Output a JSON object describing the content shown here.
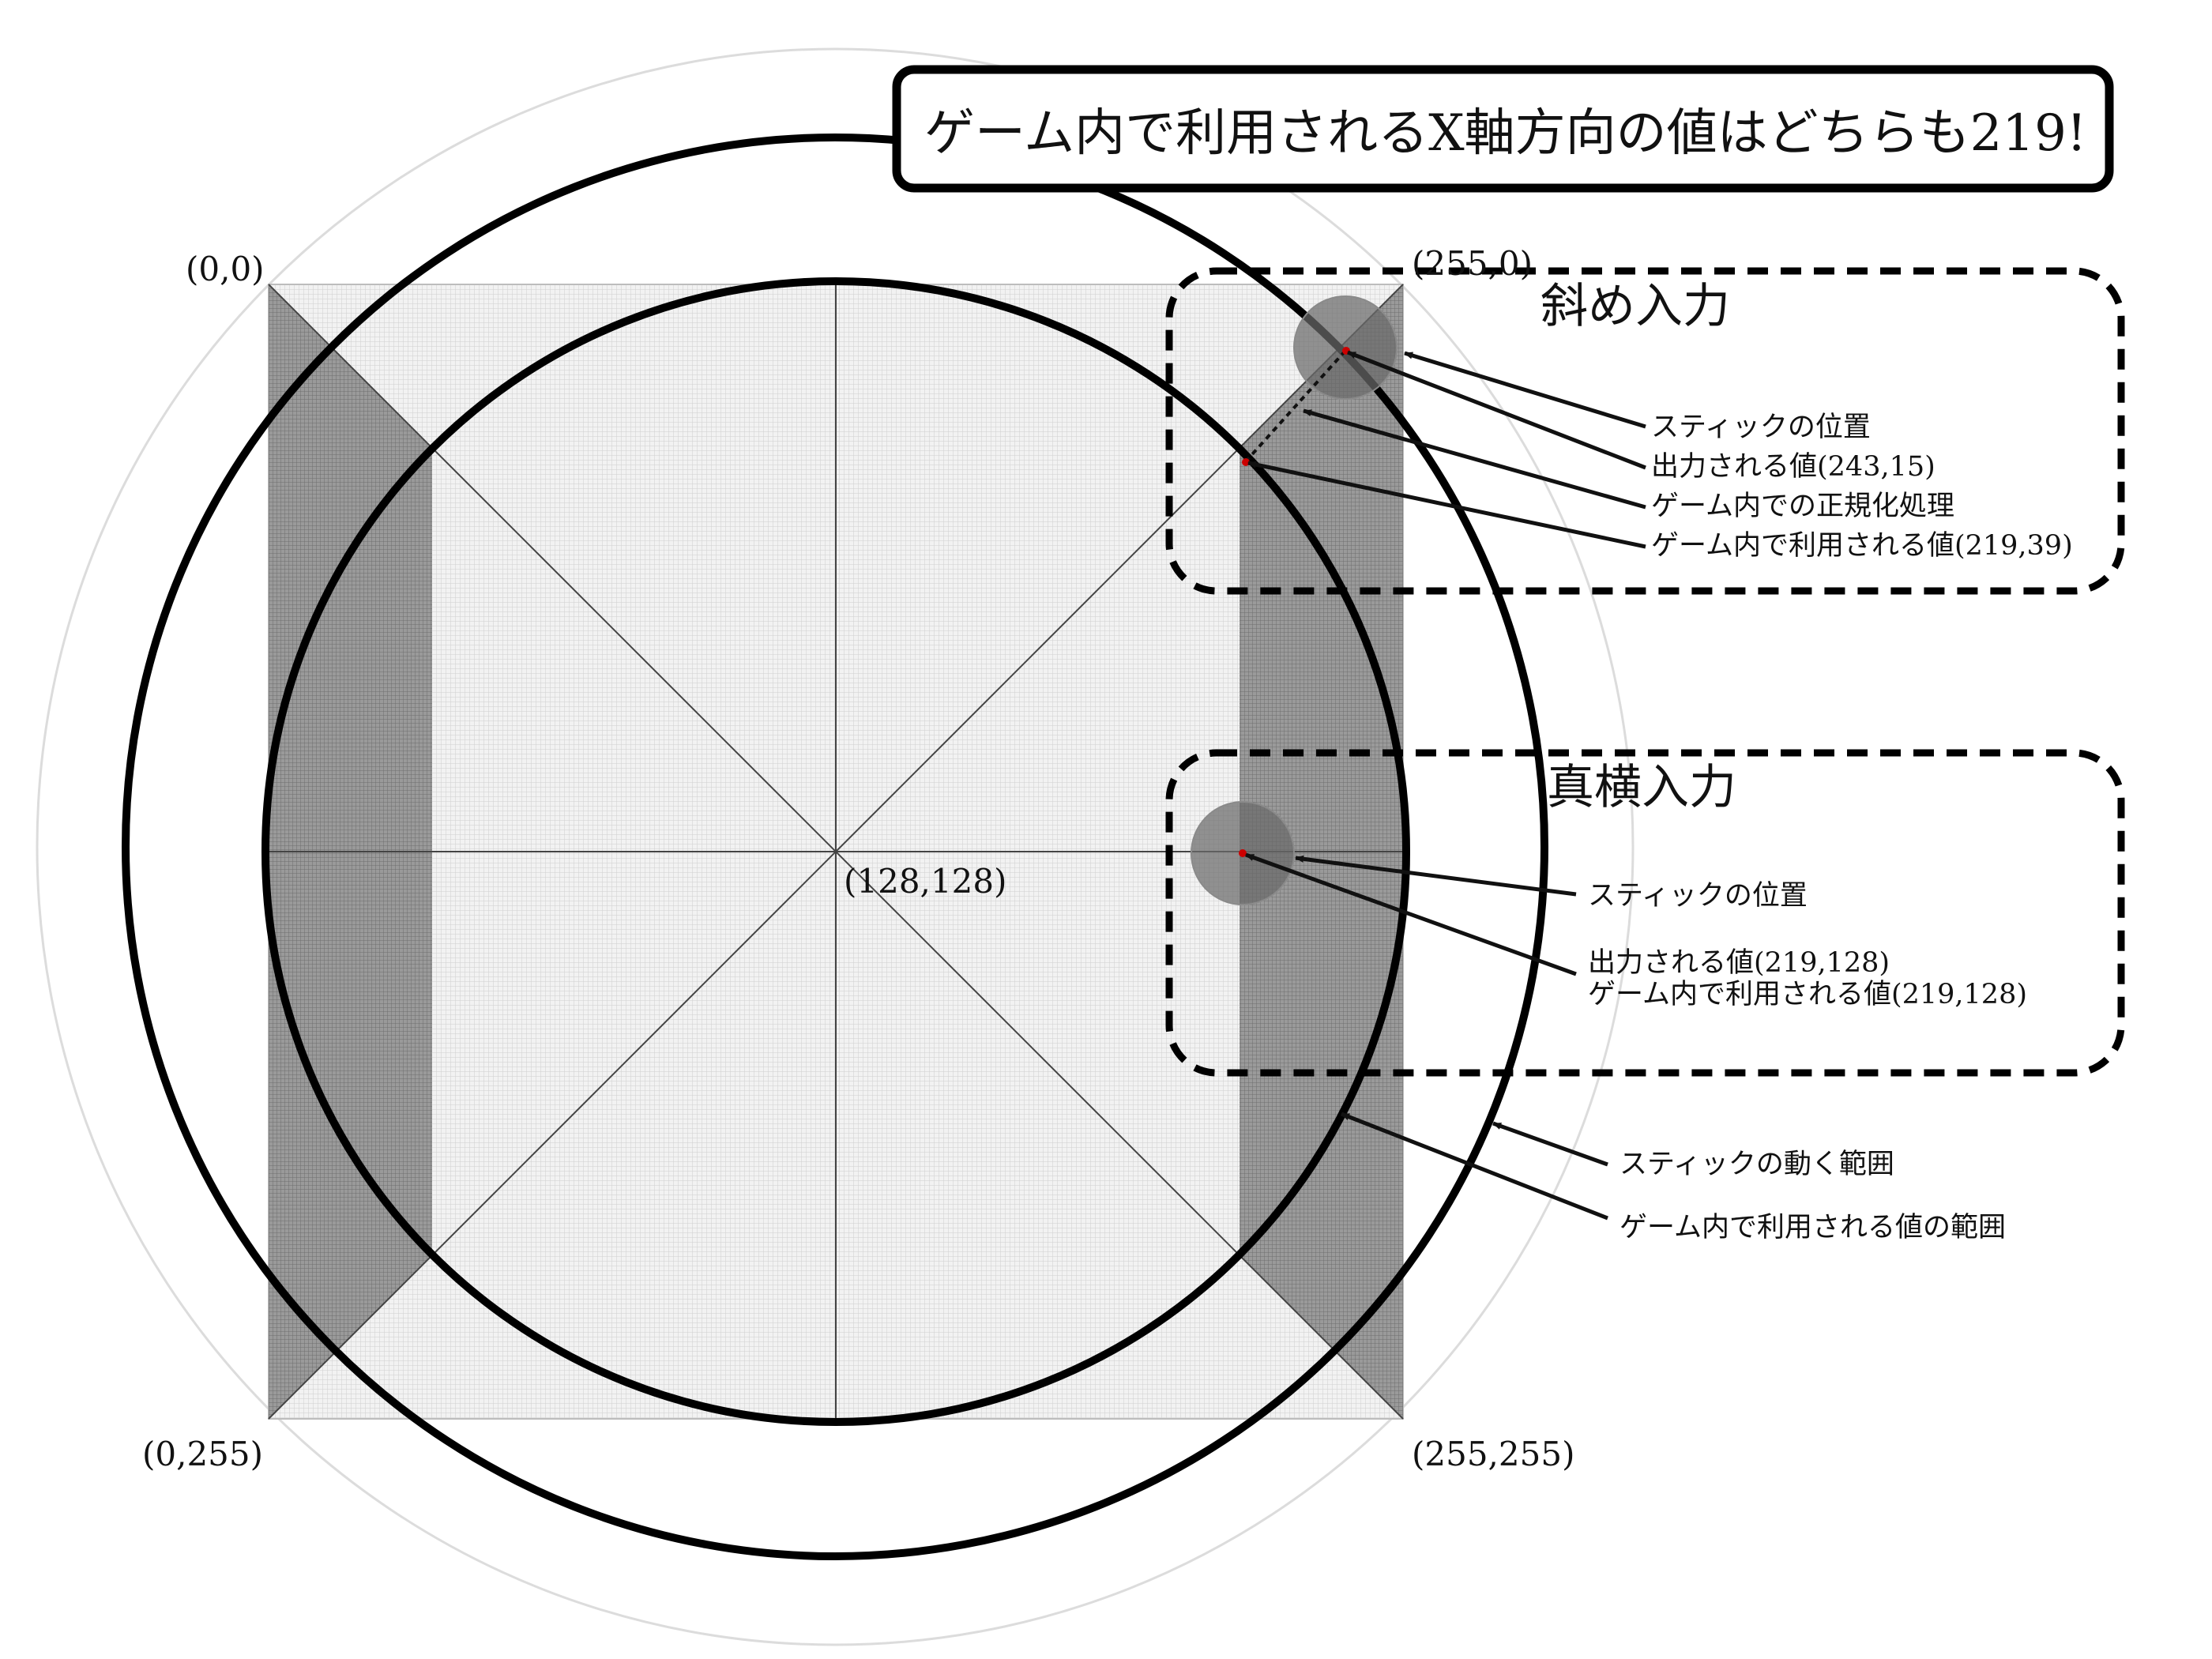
{
  "banner": "ゲーム内で利用されるX軸方向の値はどちらも219!",
  "coords": {
    "top_left": "(0,0)",
    "top_right": "(255,0)",
    "bottom_left": "(0,255)",
    "bottom_right": "(255,255)",
    "center": "(128,128)"
  },
  "diagonal_section": {
    "title": "斜め入力",
    "labels": [
      "スティックの位置",
      "出力される値(243,15)",
      "ゲーム内での正規化処理",
      "ゲーム内で利用される値(219,39)"
    ]
  },
  "horizontal_section": {
    "title": "真横入力",
    "labels": [
      "スティックの位置",
      "出力される値(219,128)",
      "ゲーム内で利用される値(219,128)"
    ]
  },
  "ranges": {
    "stick_range": "スティックの動く範囲",
    "game_range": "ゲーム内で利用される値の範囲"
  },
  "colors": {
    "ink": "#111111",
    "light_fill": "#e6e6e6",
    "dark_fill": "#8f8f8f",
    "stick_dot": "#888888",
    "point": "#cc0000",
    "faint_circle": "#dcdcdc"
  }
}
